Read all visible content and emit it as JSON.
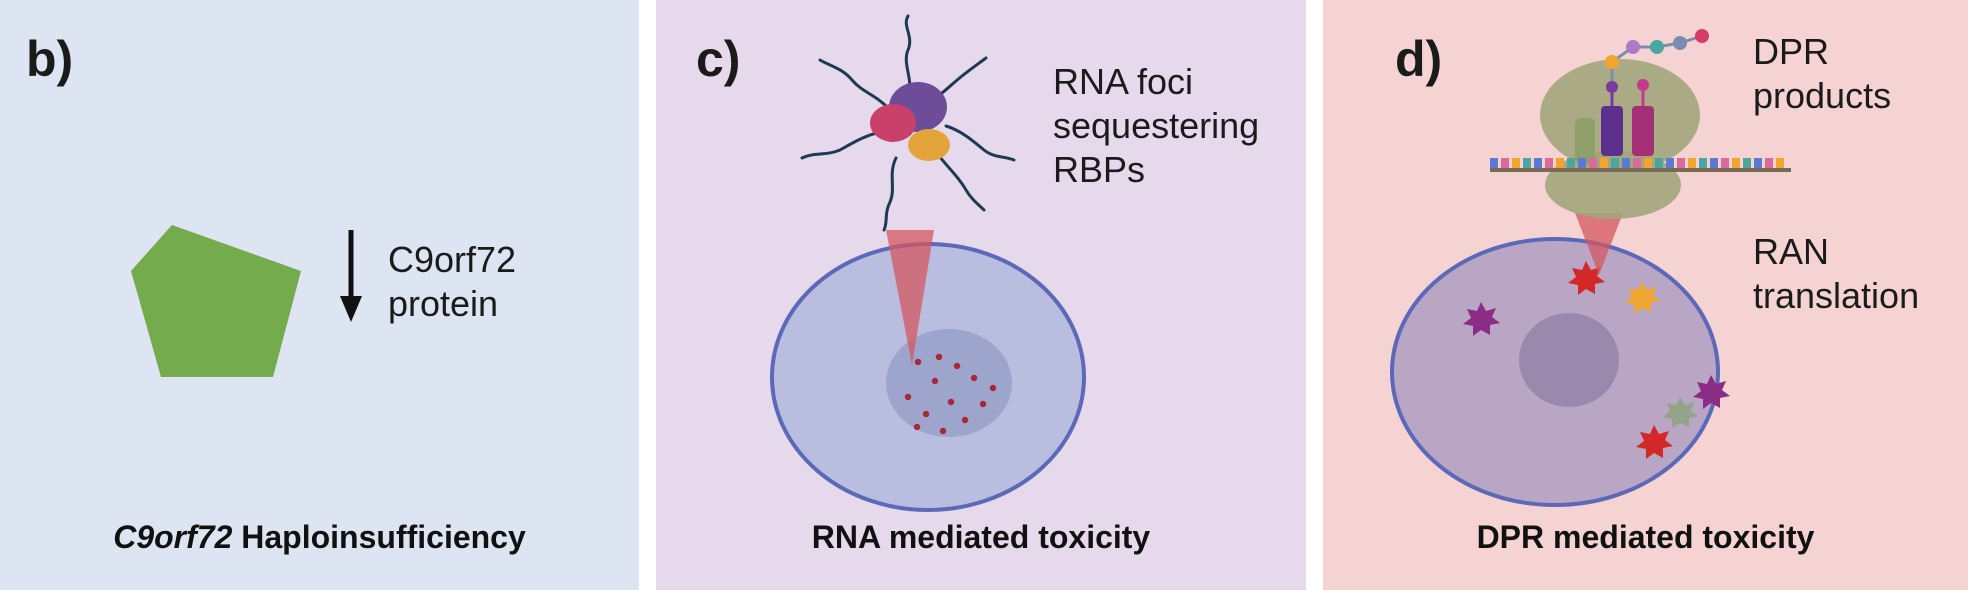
{
  "panel_b": {
    "tag": "b)",
    "label_line1": "C9orf72",
    "label_line2": "protein",
    "caption_italic": "C9orf72",
    "caption_rest": " Haploinsufficiency"
  },
  "panel_c": {
    "tag": "c)",
    "label_line1": "RNA foci",
    "label_line2": "sequestering",
    "label_line3": "RBPs",
    "caption": "RNA mediated toxicity"
  },
  "panel_d": {
    "tag": "d)",
    "top_label_line1": "DPR",
    "top_label_line2": "products",
    "mid_label_line1": "RAN",
    "mid_label_line2": "translation",
    "caption": "DPR mediated toxicity"
  },
  "colors": {
    "panel_b_bg": "#dde5f2",
    "panel_c_bg": "#e6d9ec",
    "panel_d_bg": "#f6d3d3",
    "pentagon": "#74ab4c",
    "cell_fill": "#b9bddf",
    "cell_edge": "#5c69b8",
    "zoom_cone": "#d4575f"
  }
}
